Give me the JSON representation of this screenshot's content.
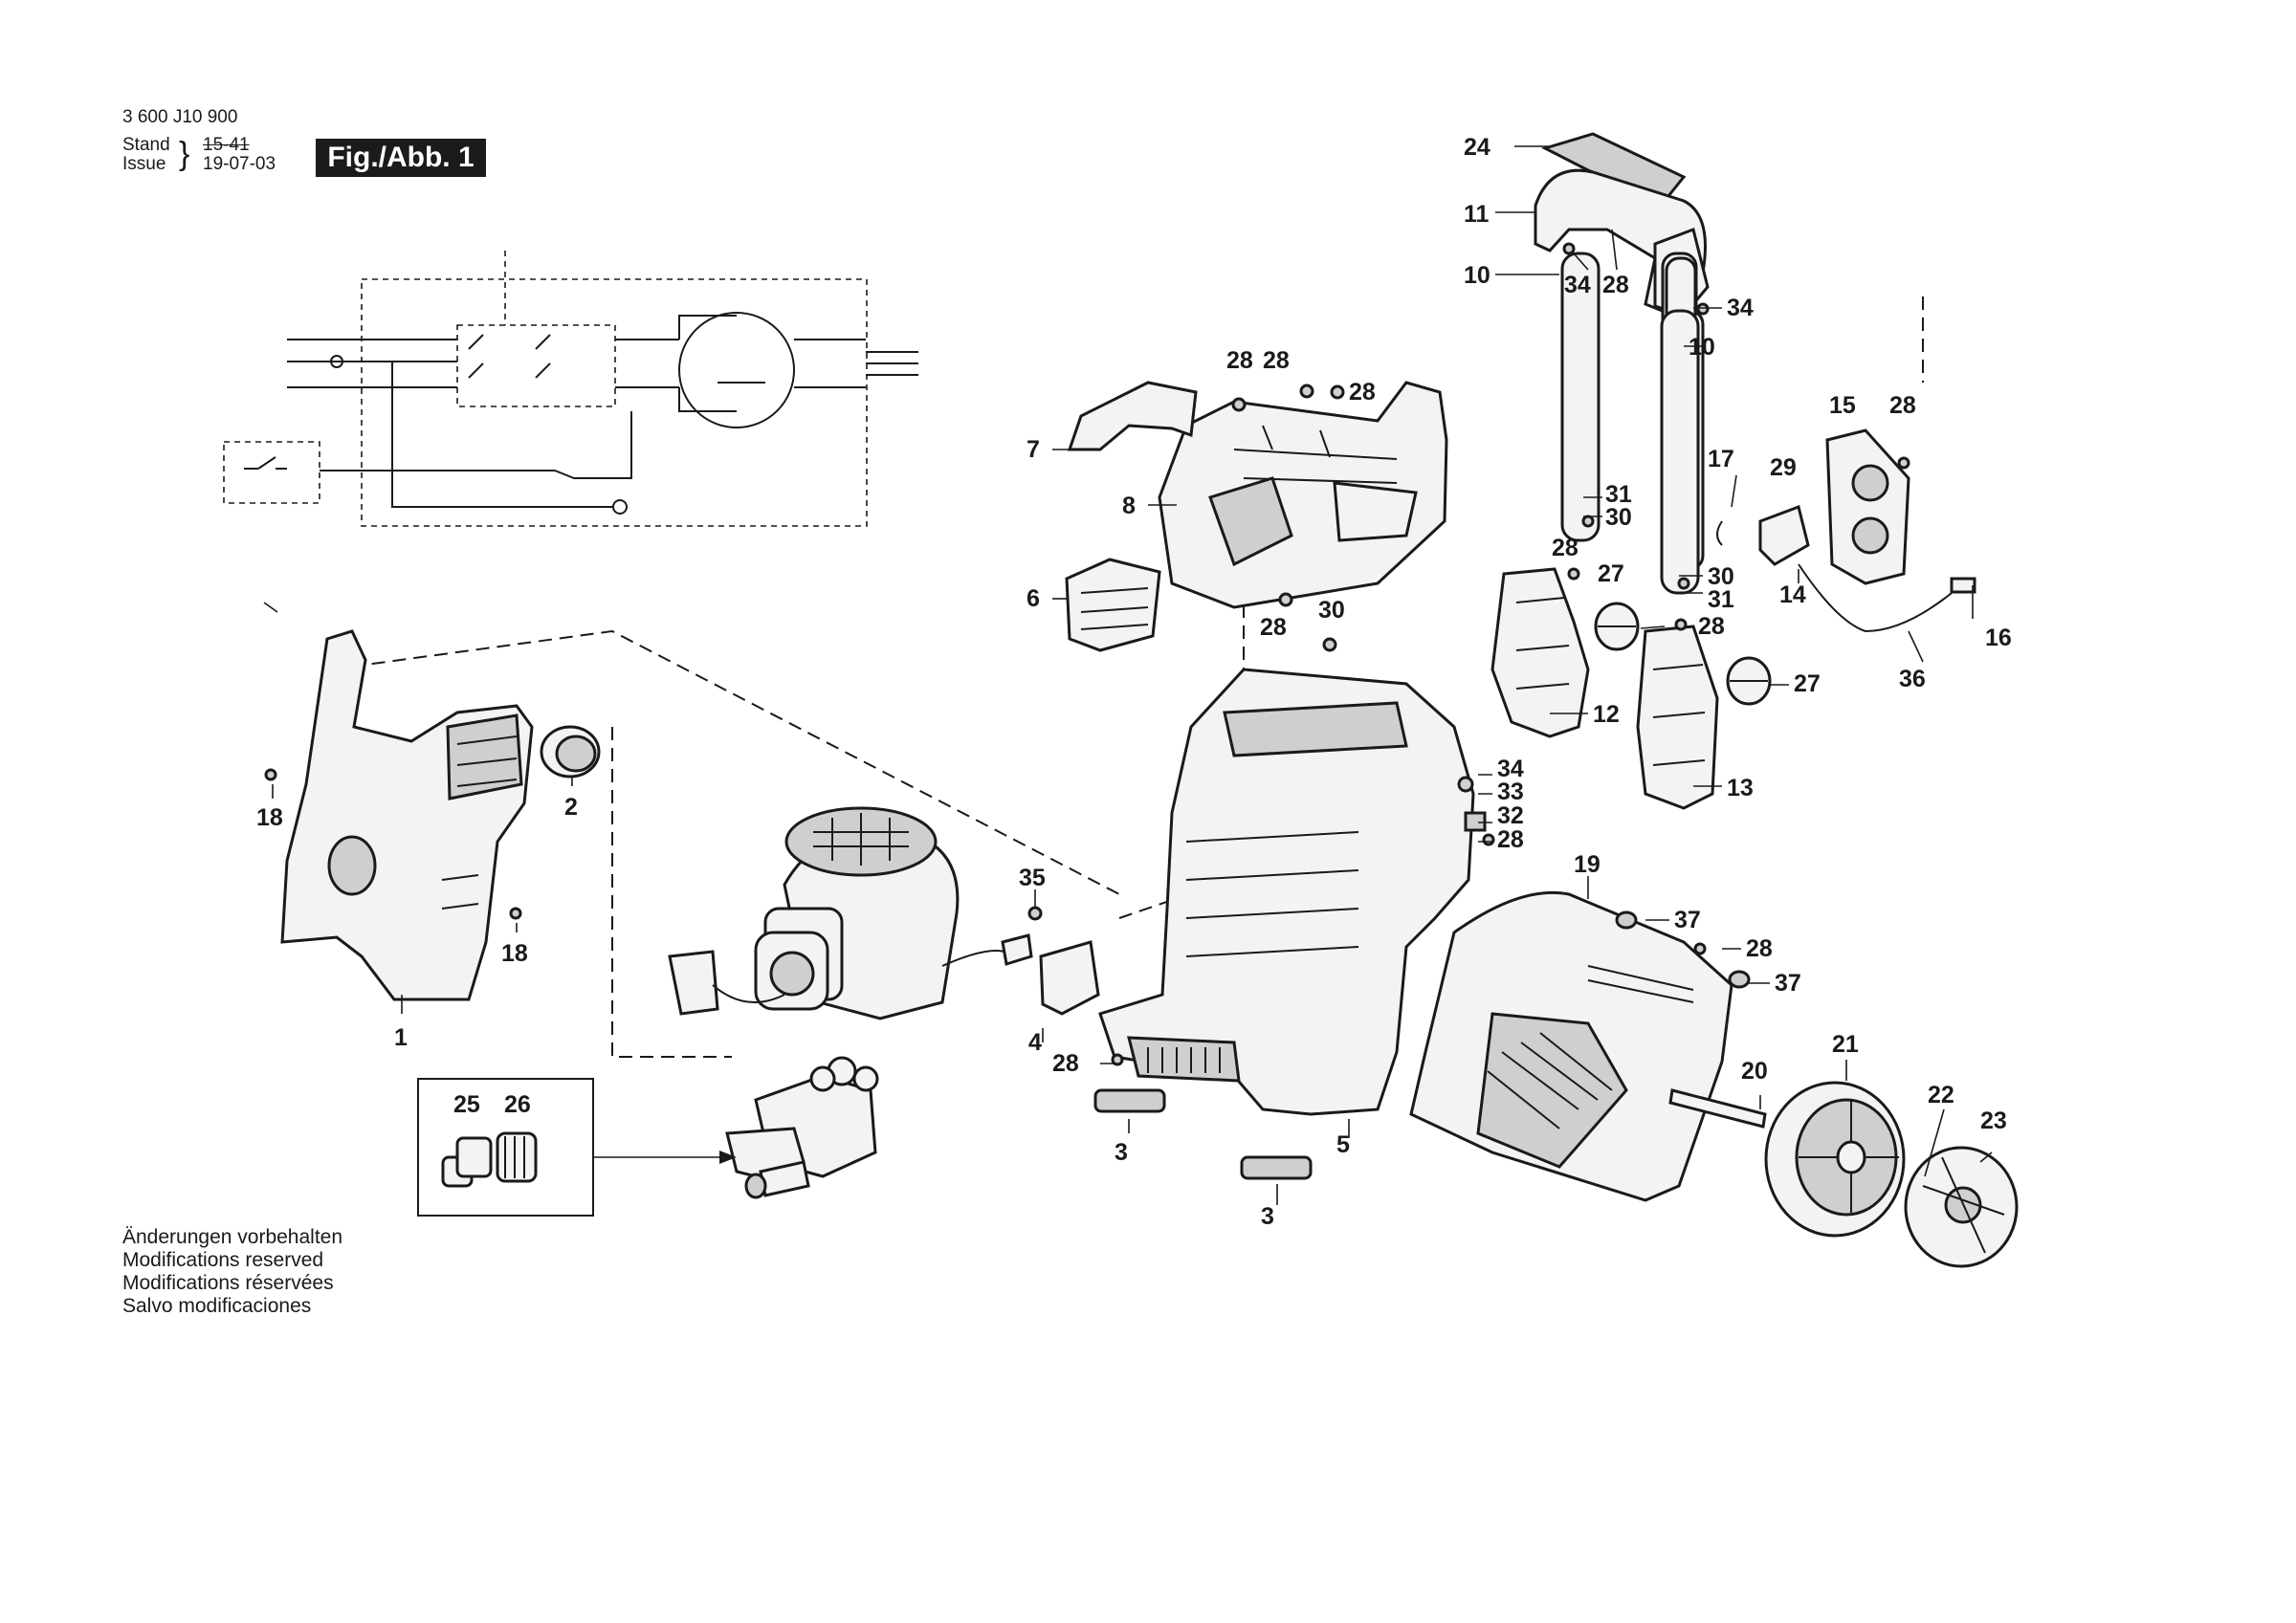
{
  "header": {
    "doc_number": "3 600 J10 900",
    "stand_label": "Stand",
    "issue_label": "Issue",
    "stand_value": "15-41",
    "issue_value": "19-07-03",
    "figure_label": "Fig./Abb. 1"
  },
  "footer": [
    "Änderungen vorbehalten",
    "Modifications reserved",
    "Modifications réservées",
    "Salvo modificaciones"
  ],
  "callouts": [
    "24",
    "11",
    "10",
    "34",
    "28",
    "34",
    "10",
    "28",
    "28",
    "28",
    "7",
    "8",
    "15",
    "28",
    "17",
    "29",
    "31",
    "30",
    "6",
    "28",
    "27",
    "30",
    "31",
    "14",
    "16",
    "28",
    "30",
    "28",
    "36",
    "27",
    "12",
    "13",
    "1",
    "2",
    "18",
    "18",
    "35",
    "34",
    "33",
    "32",
    "28",
    "19",
    "37",
    "28",
    "37",
    "4",
    "28",
    "3",
    "5",
    "3",
    "20",
    "21",
    "22",
    "23",
    "25",
    "26"
  ]
}
